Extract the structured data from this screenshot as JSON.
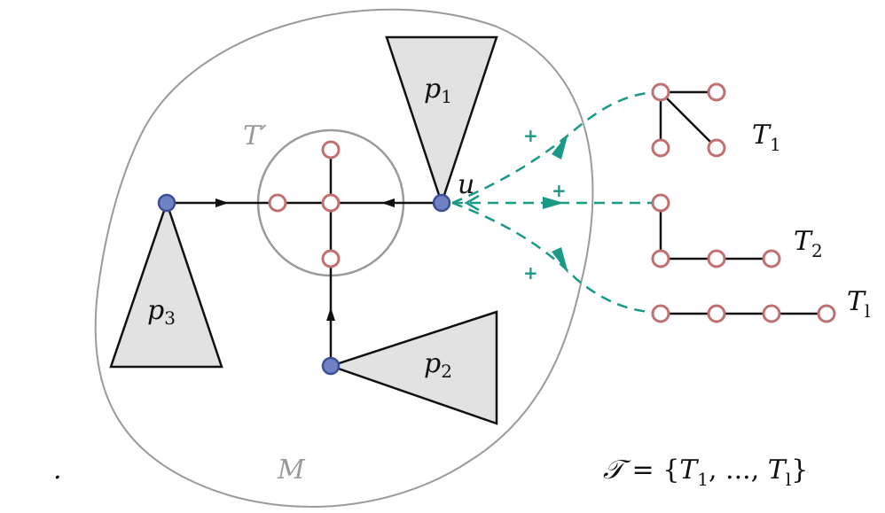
{
  "labels": {
    "M": "M",
    "T_prime": "T′",
    "u": "u",
    "p1": {
      "base": "p",
      "sub": "1"
    },
    "p2": {
      "base": "p",
      "sub": "2"
    },
    "p3": {
      "base": "p",
      "sub": "3"
    },
    "T1": {
      "base": "T",
      "sub": "1"
    },
    "T2": {
      "base": "T",
      "sub": "2"
    },
    "Tl": {
      "base": "T",
      "sub": "l"
    },
    "plus": "+",
    "dot": ".",
    "set": {
      "lhs": "𝒯",
      "eq": " = {",
      "t1": "T",
      "t1sub": "1",
      "mid": ", ..., ",
      "tl": "T",
      "tlsub": "l",
      "close": "}"
    }
  },
  "colors": {
    "region_outline": "#9a9a9a",
    "triangle_fill": "#e2e2e2",
    "edge": "#111111",
    "blue_node_fill": "#6f82c4",
    "blue_node_stroke": "#3c4f9a",
    "red_node_stroke": "#c07070",
    "red_node_fill": "#ffffff",
    "dashed_green": "#1a9a86"
  }
}
